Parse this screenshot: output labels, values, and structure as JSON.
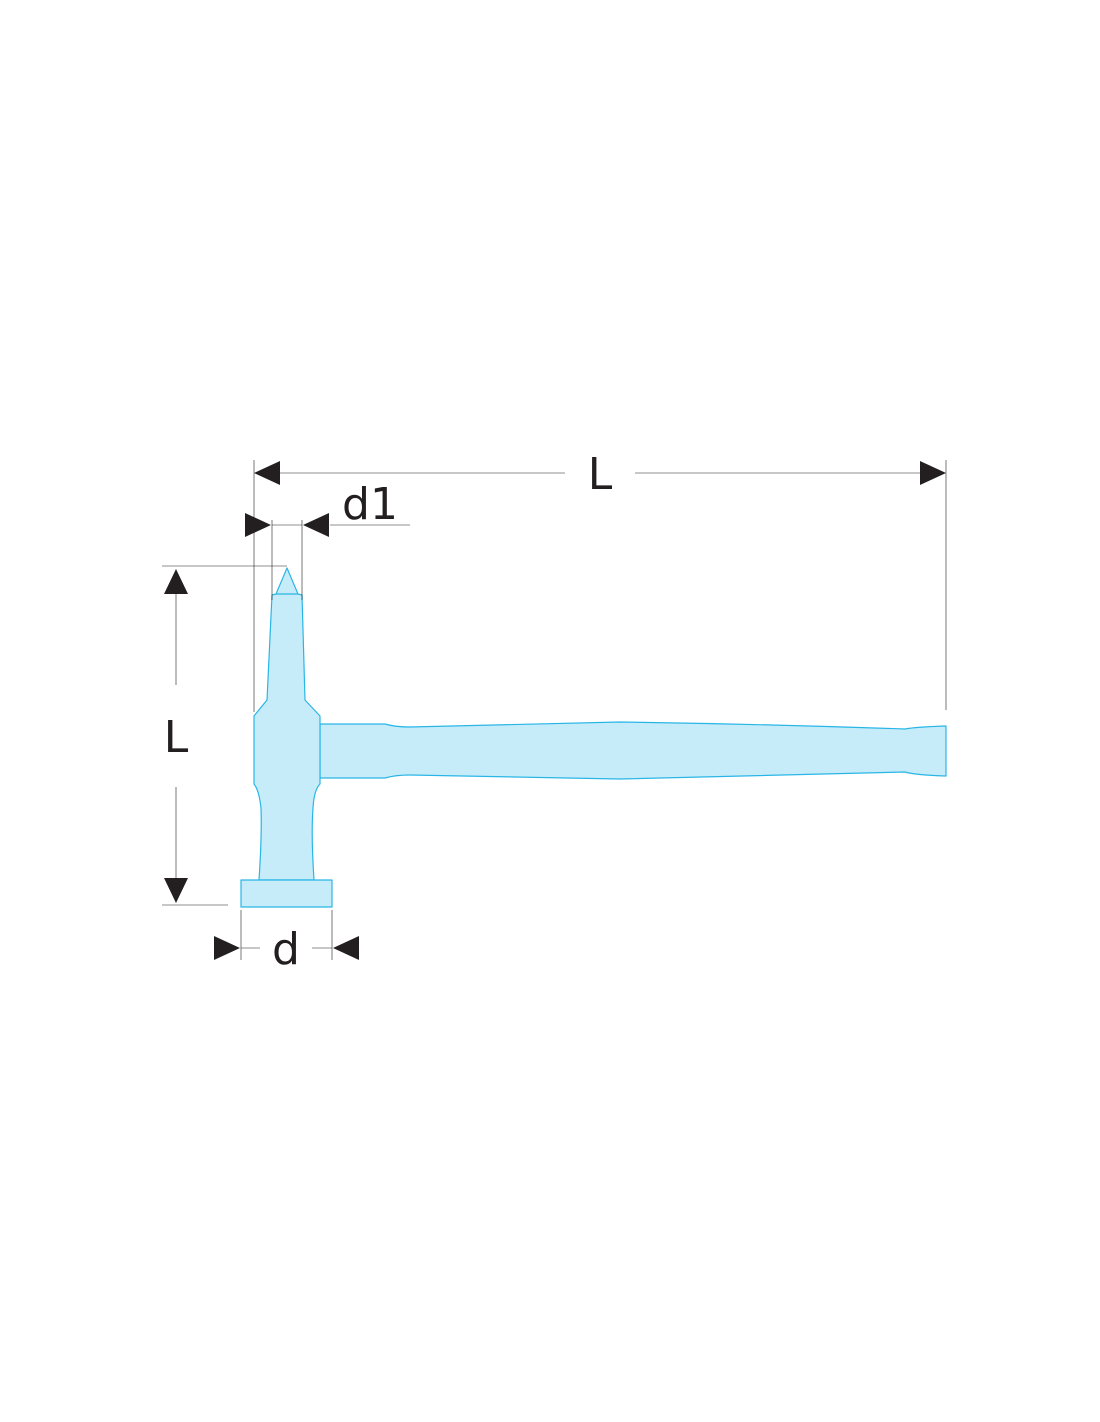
{
  "labels": {
    "overall_length": "L",
    "tip_width": "d1",
    "head_length": "L",
    "face_width": "d"
  },
  "colors": {
    "fill": "#c7ecf9",
    "outline": "#29b6e6",
    "dimension_line": "#231f20",
    "arrow": "#231f20"
  }
}
